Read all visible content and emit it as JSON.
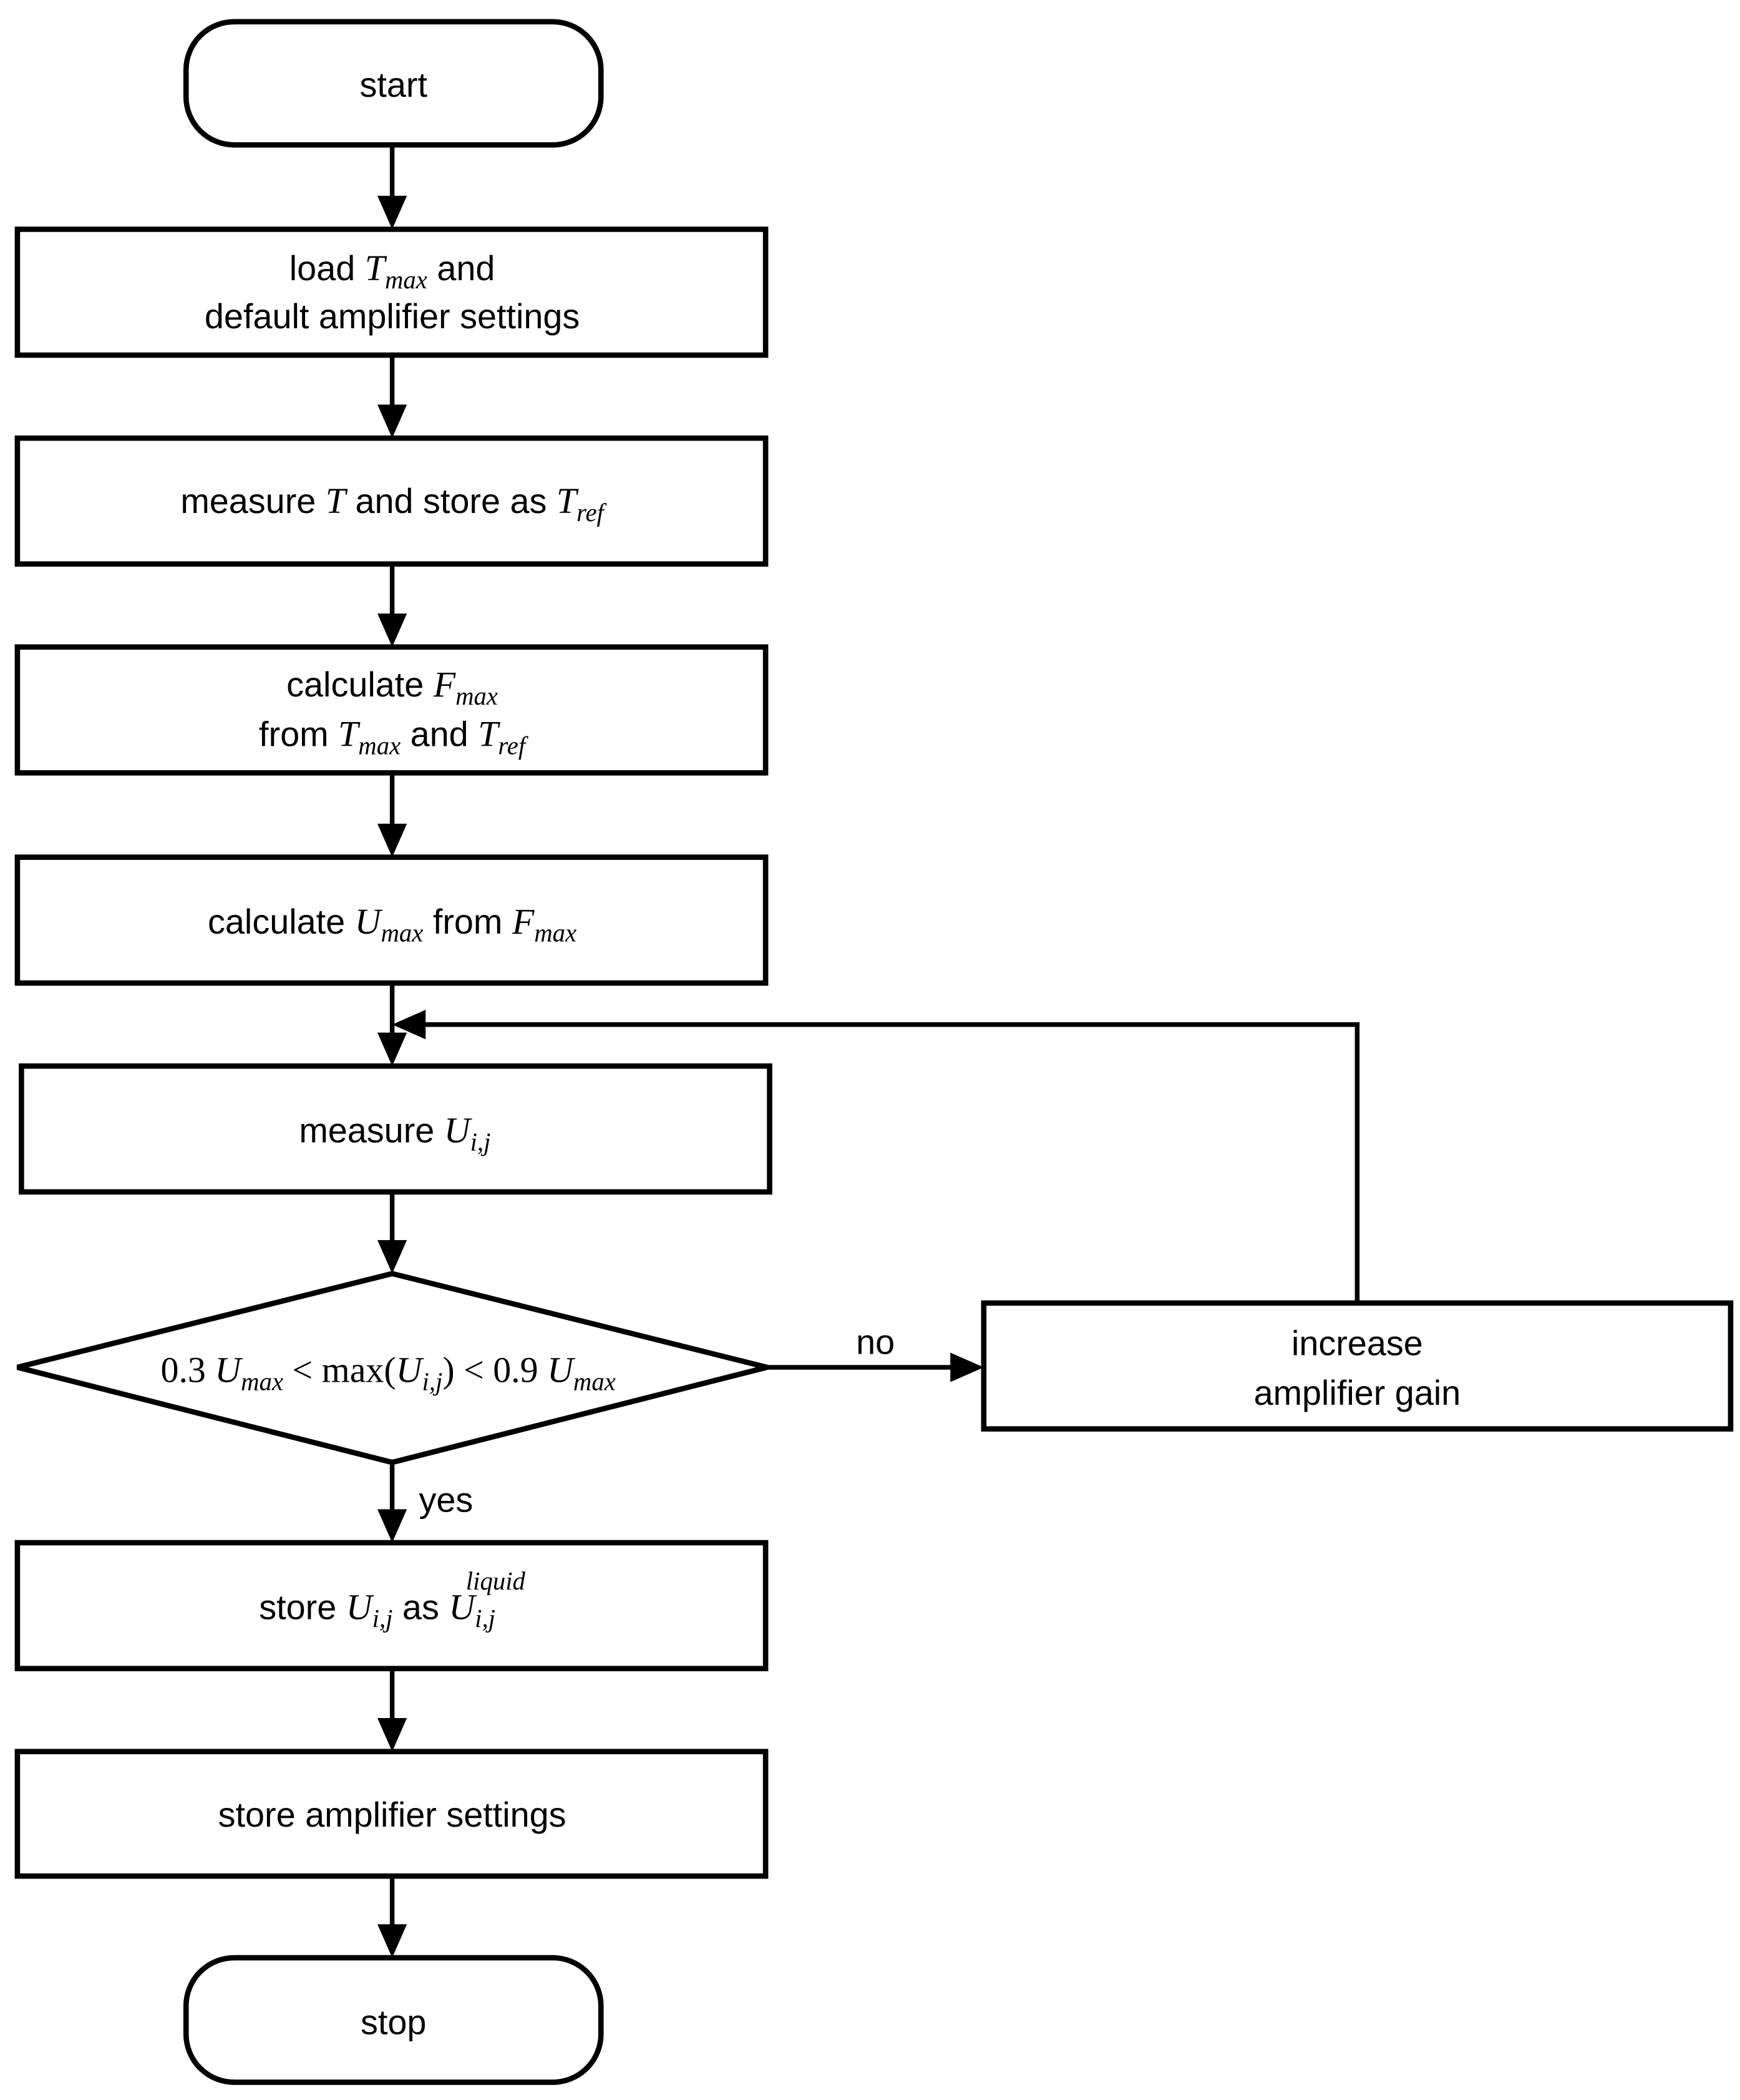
{
  "nodes": {
    "start": "start",
    "load": {
      "l1a": "load ",
      "l1v": "T",
      "l1s": "max",
      "l1b": " and",
      "l2": "default amplifier settings"
    },
    "measure_t": {
      "a": "measure ",
      "v1": "T",
      "b": " and store as ",
      "v2": "T",
      "s2": "ref"
    },
    "calc_f": {
      "l1a": "calculate ",
      "l1v": "F",
      "l1s": "max",
      "l2a": "from ",
      "l2v1": "T",
      "l2s1": "max",
      "l2b": " and ",
      "l2v2": "T",
      "l2s2": "ref"
    },
    "calc_u": {
      "a": "calculate ",
      "v1": "U",
      "s1": "max",
      "b": " from ",
      "v2": "F",
      "s2": "max"
    },
    "measure_u": {
      "a": "measure ",
      "v": "U",
      "s": "i,j"
    },
    "decision": {
      "c1": "0.3 ",
      "v1": "U",
      "s1": "max",
      "op1": " < max(",
      "v2": "U",
      "s2": "i,j",
      "op2": ") < 0.9 ",
      "v3": "U",
      "s3": "max"
    },
    "increase": {
      "l1": "increase",
      "l2": "amplifier gain"
    },
    "store_u": {
      "a": "store ",
      "v1": "U",
      "s1": "i,j",
      "b": " as ",
      "v2": "U",
      "s2": "i,j",
      "sup2": "liquid"
    },
    "store_settings": "store amplifier settings",
    "stop": "stop"
  },
  "edges": {
    "yes": "yes",
    "no": "no"
  }
}
